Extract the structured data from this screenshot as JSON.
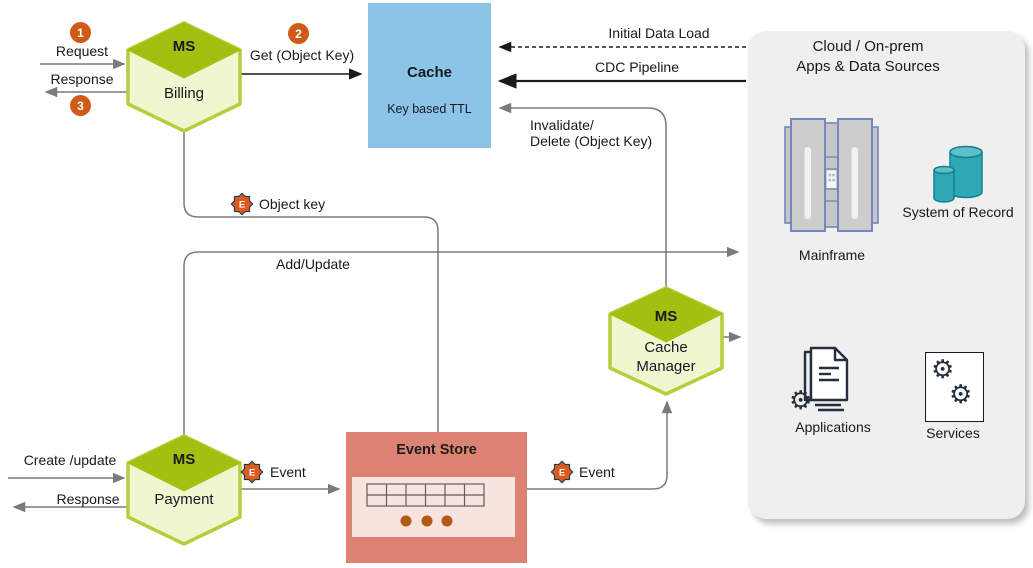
{
  "nodes": {
    "billing": {
      "badge": "MS",
      "label": "Billing"
    },
    "payment": {
      "badge": "MS",
      "label": "Payment"
    },
    "cache_manager": {
      "badge": "MS",
      "label": "Cache Manager"
    },
    "cache": {
      "title": "Cache",
      "subtitle": "Key based TTL"
    },
    "event_store": {
      "title": "Event Store"
    },
    "cloud_panel": {
      "title_line1": "Cloud / On-prem",
      "title_line2": "Apps & Data Sources",
      "mainframe_label": "Mainframe",
      "system_of_record_label": "System of Record",
      "applications_label": "Applications",
      "services_label": "Services"
    }
  },
  "steps": {
    "one": "1",
    "two": "2",
    "three": "3"
  },
  "edges": {
    "request": "Request",
    "response_billing": "Response",
    "get_object_key": "Get (Object Key)",
    "initial_data_load": "Initial Data Load",
    "cdc_pipeline": "CDC Pipeline",
    "invalidate_line1": "Invalidate/",
    "invalidate_line2": "Delete (Object Key)",
    "object_key": "Object key",
    "add_update": "Add/Update",
    "create_update": "Create /update",
    "response_payment": "Response",
    "event_from_payment": "Event",
    "event_from_store": "Event"
  },
  "badges": {
    "event_letter": "E"
  },
  "icons": {
    "gear": "⚙"
  },
  "colors": {
    "hexagon_dark": "#A2C00F",
    "hexagon_light": "#F0F6D0",
    "hexagon_border": "#B5CE3B",
    "cache_blue": "#8BC4E6",
    "event_store_red": "#DC8273",
    "event_store_inner": "#F9E3DE",
    "badge_orange": "#DD5A1F",
    "badge_border": "#1E3A4E",
    "step_circle_orange": "#CE5B17",
    "teal_cylinder": "#2FA8B6",
    "panel_gray": "#EFEFEF",
    "icon_navy": "#232F3E",
    "mainframe_border": "#7388BD",
    "connector_gray": "#7A7A7A",
    "connector_black": "#1A1A1A"
  }
}
